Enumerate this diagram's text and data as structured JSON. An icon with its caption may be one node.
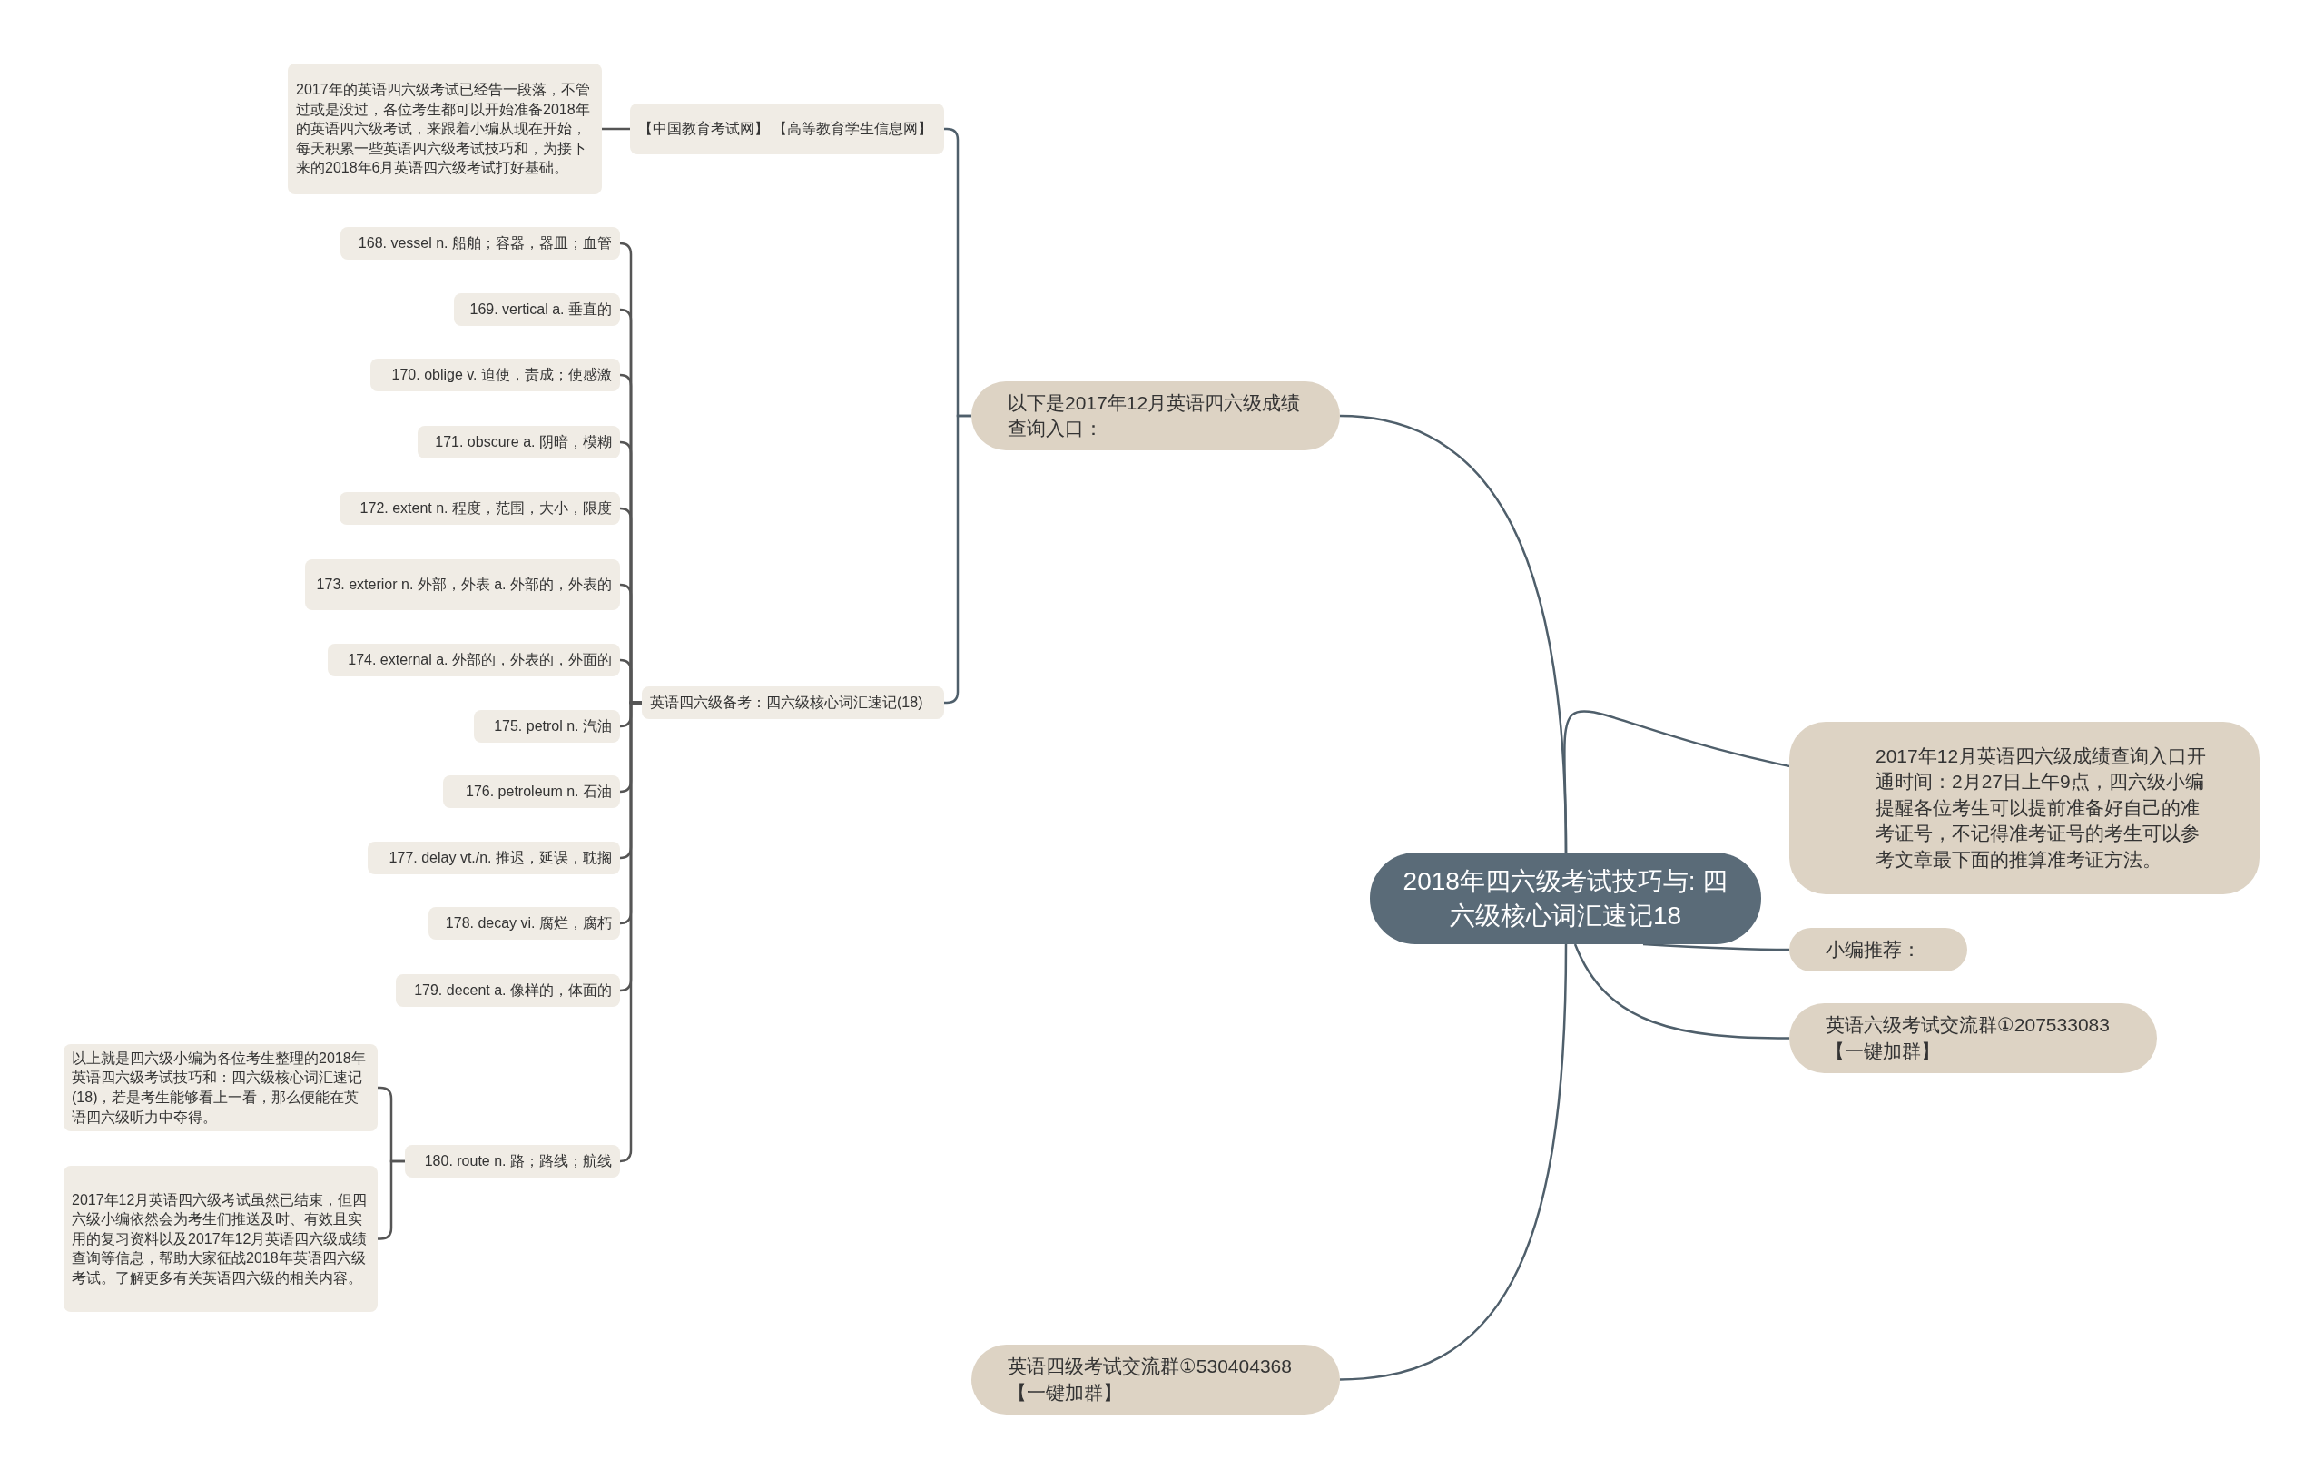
{
  "diagram": {
    "nodes": [
      {
        "text": [
          "2018年四六级考试技巧与: 四六级核心词汇速记18"
        ]
      },
      {
        "text": [
          "以下是2017年12月英语四六级成绩查询入口："
        ]
      },
      {
        "text": [
          "【中国教育考试网】 【高等教育学生信息网】"
        ]
      },
      {
        "text": [
          "2017年的英语四六级考试已经告一段落，不管过或是没过，各位考生都可以开始准备2018年的英语四六级考试，来跟着小编从现在开始，每天积累一些英语四六级考试技巧和，为接下来的2018年6月英语四六级考试打好基础。"
        ]
      },
      {
        "text": [
          "英语四六级备考：四六级核心词汇速记(18)"
        ]
      },
      {
        "text": [
          "168. vessel n. 船舶；容器，器皿；血管"
        ]
      },
      {
        "text": [
          "169. vertical a. 垂直的"
        ]
      },
      {
        "text": [
          "170. oblige v. 迫使，责成；使感激"
        ]
      },
      {
        "text": [
          "171. obscure a. 阴暗，模糊"
        ]
      },
      {
        "text": [
          "172. extent n. 程度，范围，大小，限度"
        ]
      },
      {
        "text": [
          "173. exterior n. 外部，外表 a. 外部的，外表的"
        ]
      },
      {
        "text": [
          "174. external a. 外部的，外表的，外面的"
        ]
      },
      {
        "text": [
          "175. petrol n. 汽油"
        ]
      },
      {
        "text": [
          "176. petroleum n. 石油"
        ]
      },
      {
        "text": [
          "177. delay vt./n. 推迟，延误，耽搁"
        ]
      },
      {
        "text": [
          "178. decay vi. 腐烂，腐朽"
        ]
      },
      {
        "text": [
          "179. decent a. 像样的，体面的"
        ]
      },
      {
        "text": [
          "180. route n. 路；路线；航线"
        ]
      },
      {
        "text": [
          "以上就是四六级小编为各位考生整理的2018年英语四六级考试技巧和：四六级核心词汇速记(18)，若是考生能够看上一看，那么便能在英语四六级听力中夺得。"
        ]
      },
      {
        "text": [
          "2017年12月英语四六级考试虽然已结束，但四六级小编依然会为考生们推送及时、有效且实用的复习资料以及2017年12月英语四六级成绩查询等信息，帮助大家征战2018年英语四六级考试。了解更多有关英语四六级的相关内容。"
        ]
      },
      {
        "text": [
          "2017年12月英语四六级成绩查询入口开通时间：2月27日上午9点，四六级小编提醒各位考生可以提前准备好自己的准考证号，不记得准考证号的考生可以参考文章最下面的推算准考证方法。"
        ]
      },
      {
        "text": [
          "小编推荐："
        ]
      },
      {
        "text": [
          "英语六级考试交流群①207533083 【一键加群】"
        ]
      },
      {
        "text": [
          "英语四级考试交流群①530404368 【一键加群】"
        ]
      }
    ],
    "edges": [
      {
        "from": 0,
        "to": 1,
        "arrow": "none"
      },
      {
        "from": 0,
        "to": 20,
        "arrow": "none"
      },
      {
        "from": 0,
        "to": 21,
        "arrow": "none"
      },
      {
        "from": 0,
        "to": 22,
        "arrow": "none"
      },
      {
        "from": 0,
        "to": 23,
        "arrow": "none"
      },
      {
        "from": 1,
        "to": 2,
        "arrow": "none"
      },
      {
        "from": 1,
        "to": 4,
        "arrow": "none"
      },
      {
        "from": 2,
        "to": 3,
        "arrow": "none"
      },
      {
        "from": 4,
        "to": 5,
        "arrow": "none"
      },
      {
        "from": 4,
        "to": 6,
        "arrow": "none"
      },
      {
        "from": 4,
        "to": 7,
        "arrow": "none"
      },
      {
        "from": 4,
        "to": 8,
        "arrow": "none"
      },
      {
        "from": 4,
        "to": 9,
        "arrow": "none"
      },
      {
        "from": 4,
        "to": 10,
        "arrow": "none"
      },
      {
        "from": 4,
        "to": 11,
        "arrow": "none"
      },
      {
        "from": 4,
        "to": 12,
        "arrow": "none"
      },
      {
        "from": 4,
        "to": 13,
        "arrow": "none"
      },
      {
        "from": 4,
        "to": 14,
        "arrow": "none"
      },
      {
        "from": 4,
        "to": 15,
        "arrow": "none"
      },
      {
        "from": 4,
        "to": 16,
        "arrow": "none"
      },
      {
        "from": 4,
        "to": 17,
        "arrow": "none"
      },
      {
        "from": 17,
        "to": 18,
        "arrow": "none"
      },
      {
        "from": 17,
        "to": 19,
        "arrow": "none"
      }
    ]
  }
}
